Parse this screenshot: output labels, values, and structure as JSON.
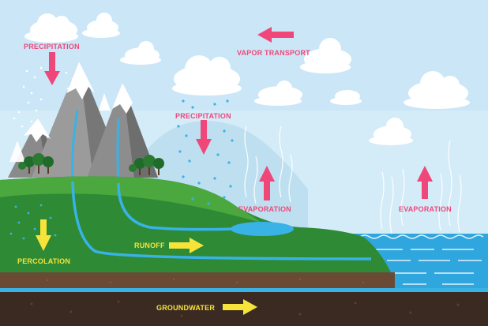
{
  "labels": {
    "precipitation_left": "PRECIPITATION",
    "precipitation_center": "PRECIPITATION",
    "vapor_transport": "VAPOR TRANSPORT",
    "evaporation_land": "EVAPORATION",
    "evaporation_sea": "EVAPORATION",
    "runoff": "RUNOFF",
    "percolation": "PERCOLATION",
    "groundwater": "GROUNDWATER"
  },
  "colors": {
    "sky": "#cfe8f7",
    "label_pink": "#f0477a",
    "label_yellow": "#f6e43a",
    "grass": "#2f8a35",
    "grass_light": "#4aa83f",
    "water": "#39b2e6",
    "soil": "#6b4a35",
    "deep_soil": "#3b2a22"
  }
}
